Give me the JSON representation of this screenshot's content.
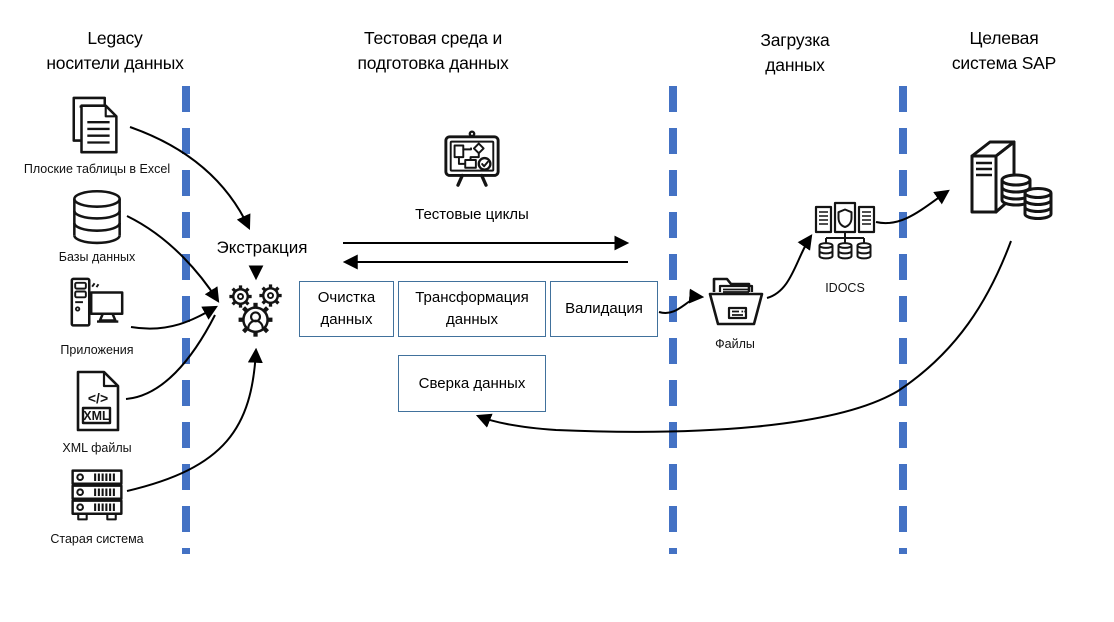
{
  "diagram": {
    "columns": [
      {
        "title": "Legacy\nносители данных"
      },
      {
        "title": "Тестовая среда и\nподготовка данных"
      },
      {
        "title": "Загрузка\nданных"
      },
      {
        "title": "Целевая\nсистема SAP"
      }
    ],
    "sources": [
      {
        "label": "Плоские таблицы в Excel"
      },
      {
        "label": "Базы данных"
      },
      {
        "label": "Приложения"
      },
      {
        "label": "XML файлы"
      },
      {
        "label": "Старая система"
      }
    ],
    "extraction_label": "Экстракция",
    "test_cycles_label": "Тестовые циклы",
    "process_boxes": [
      {
        "label": "Очистка\nданных"
      },
      {
        "label": "Трансформация\nданных"
      },
      {
        "label": "Валидация"
      },
      {
        "label": "Сверка данных"
      }
    ],
    "load_labels": {
      "files": "Файлы",
      "idocs": "IDOCS"
    },
    "xml_icon_text": {
      "code": "</>",
      "ext": "XML"
    },
    "colors": {
      "accent_blue": "#4472C4",
      "box_border": "#41719C",
      "connector": "#000000"
    }
  }
}
